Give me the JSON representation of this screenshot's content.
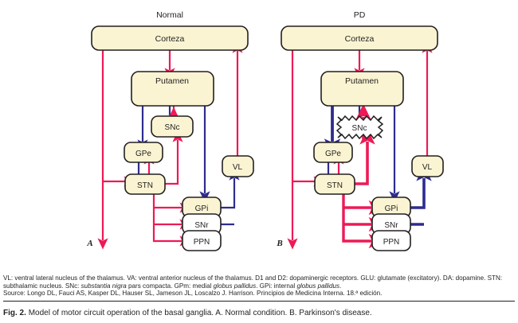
{
  "figure": {
    "panels": [
      {
        "id": "normal",
        "title": "Normal",
        "mark": "A",
        "nodes": {
          "cortex": "Corteza",
          "putamen": "Putamen",
          "snc": "SNc",
          "gpe": "GPe",
          "stn": "STN",
          "vl": "VL",
          "gpi": "GPi",
          "snr": "SNr",
          "ppn": "PPN"
        }
      },
      {
        "id": "pd",
        "title": "PD",
        "mark": "B",
        "nodes": {
          "cortex": "Corteza",
          "putamen": "Putamen",
          "snc": "SNc",
          "gpe": "GPe",
          "stn": "STN",
          "vl": "VL",
          "gpi": "GPi",
          "snr": "SNr",
          "ppn": "PPN"
        }
      }
    ],
    "colors": {
      "excitatory": "#ED1A56",
      "inhibitory": "#2E2C8F",
      "box_fill_cream": "#FAF4D2",
      "box_fill_white": "#FFFFFF",
      "box_stroke": "#231f20"
    }
  },
  "legend": {
    "line1": "VL: ventral lateral nucleus of the thalamus. VA: ventral anterior nucleus of the thalamus. D1 and D2: dopaminergic receptors. GLU: glutamate (excitatory). DA: dopamine. STN: subthalamic nucleus. SNc: ",
    "italic1": "substantia nigra",
    "line2": " pars compacta. GPm: medial ",
    "italic2": "globus pallidus",
    "line3": ". GPi: internal ",
    "italic3": "globus pallidus",
    "line4": ".",
    "source": "Source: Longo DL, Fauci AS, Kasper DL, Hauser SL, Jameson JL, Loscalzo J. Harrison. Principios de Medicina Interna. 18.ª edición."
  },
  "caption": {
    "label": "Fig. 2.",
    "text": "Model of motor circuit operation of the basal ganglia. A. Normal condition. B. Parkinson's disease."
  }
}
